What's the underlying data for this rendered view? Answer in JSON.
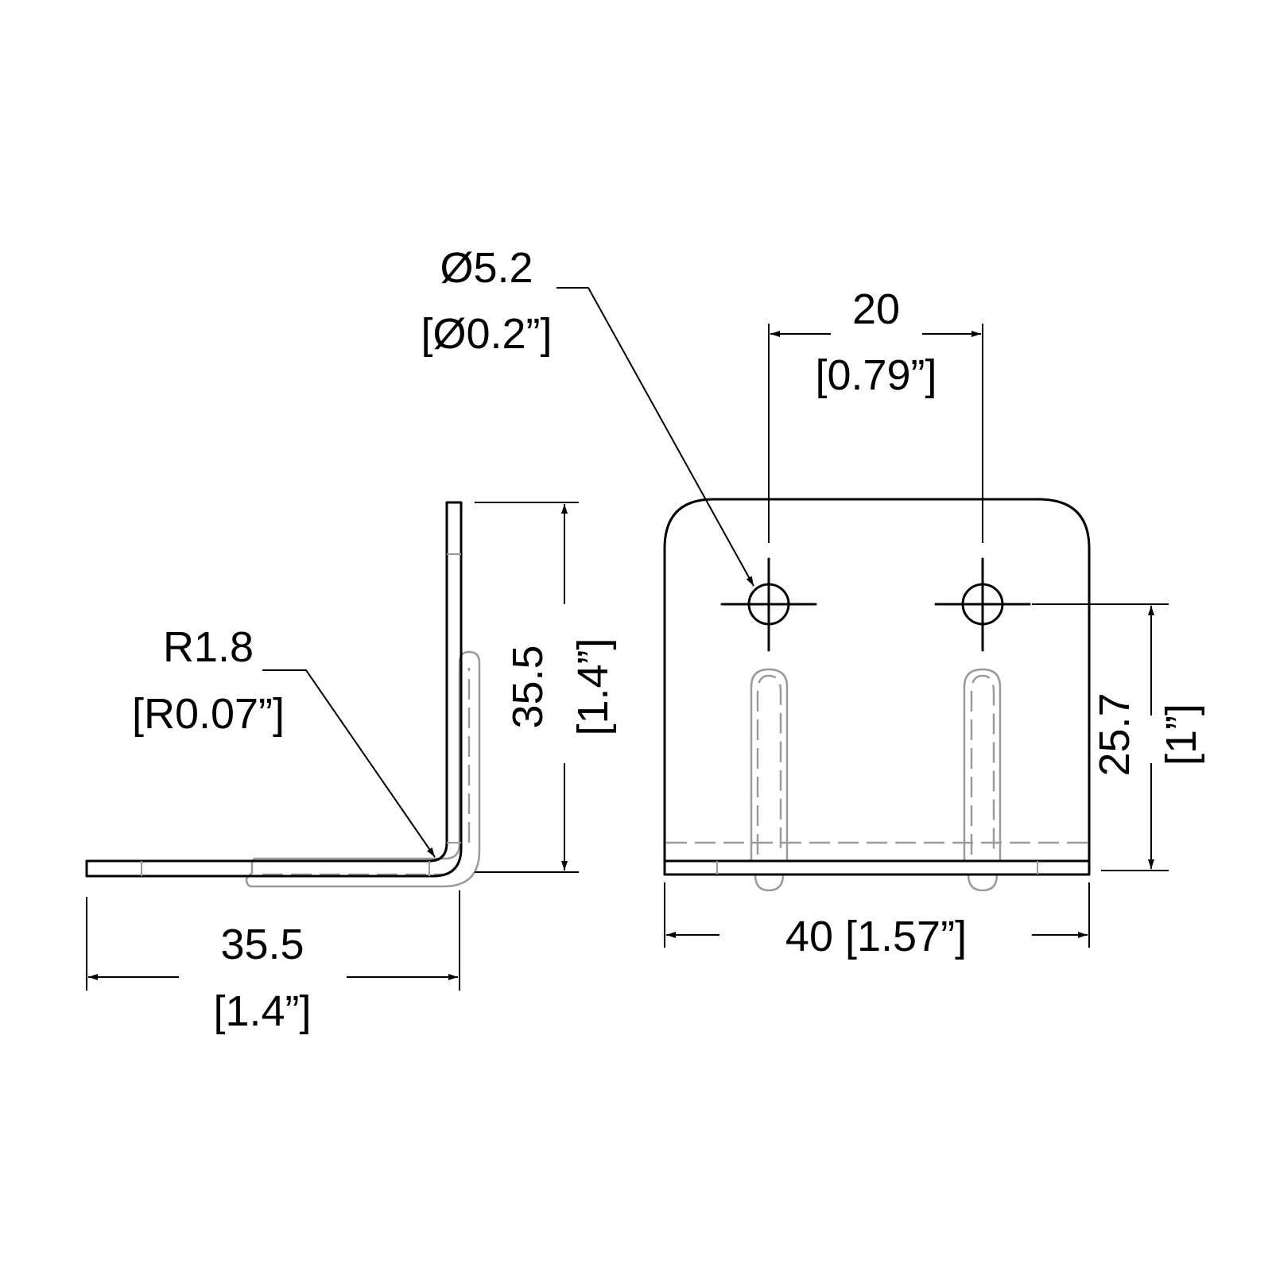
{
  "dimensions": {
    "hole_diameter_mm": "Ø5.2",
    "hole_diameter_in": "[Ø0.2”]",
    "hole_spacing_mm": "20",
    "hole_spacing_in": "[0.79”]",
    "bend_radius_mm": "R1.8",
    "bend_radius_in": "[R0.07”]",
    "leg_height_mm": "35.5",
    "leg_height_in": "[1.4”]",
    "leg_length_mm": "35.5",
    "leg_length_in": "[1.4”]",
    "hole_height_mm": "25.7",
    "hole_height_in": "[1”]",
    "width_label": "40 [1.57”]"
  }
}
